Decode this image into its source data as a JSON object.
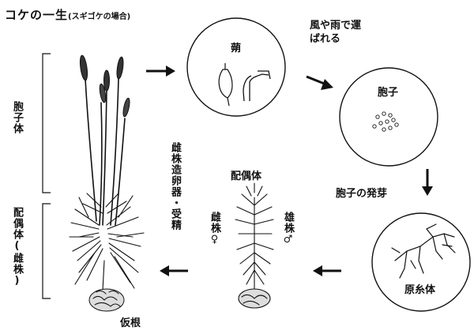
{
  "title": {
    "main": "コケの一生",
    "sub": "(スギゴケの場合)"
  },
  "labels": {
    "sporophyte": "胞子体",
    "gametophyte_female": "配偶体(雌株)",
    "rhizoid": "仮根",
    "capsule": "蒴",
    "carried": "風や雨で運ばれる",
    "spore": "胞子",
    "germination": "胞子の発芽",
    "protonema": "原糸体",
    "gametophyte": "配偶体",
    "female_plant": "雌株♀",
    "male_plant": "雄株♂",
    "fertilization": "雌株造卵器・受精"
  },
  "colors": {
    "ink": "#111111",
    "background": "#ffffff"
  }
}
